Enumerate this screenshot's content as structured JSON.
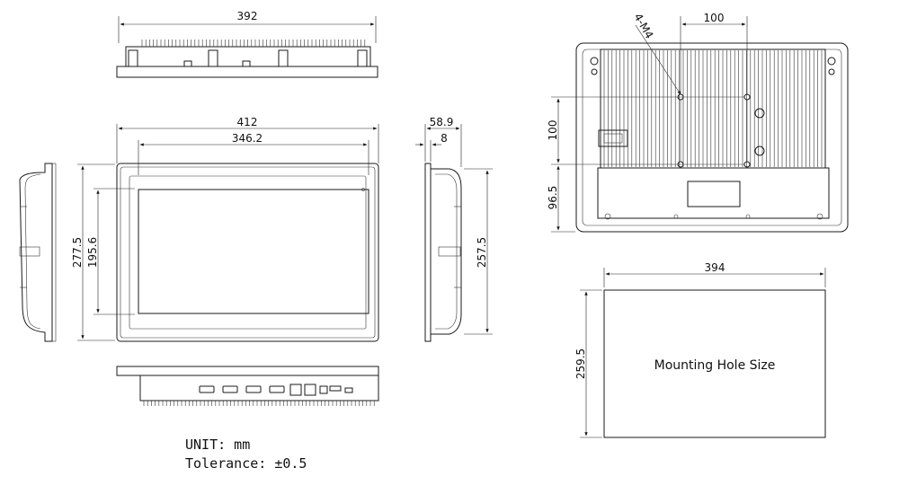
{
  "dimensions": {
    "top_width": "392",
    "front_outer_width": "412",
    "front_inner_width": "346.2",
    "front_outer_height": "277.5",
    "front_inner_height": "195.6",
    "side_depth": "58.9",
    "side_bezel": "8",
    "side_height": "257.5",
    "rear_vesa_width": "100",
    "rear_screw": "4-M4",
    "rear_vesa_height": "100",
    "rear_offset": "96.5",
    "cutout_width": "394",
    "cutout_height": "259.5"
  },
  "labels": {
    "cutout_title": "Mounting Hole Size",
    "unit": "UNIT: mm",
    "tolerance": "Tolerance: ±0.5"
  }
}
